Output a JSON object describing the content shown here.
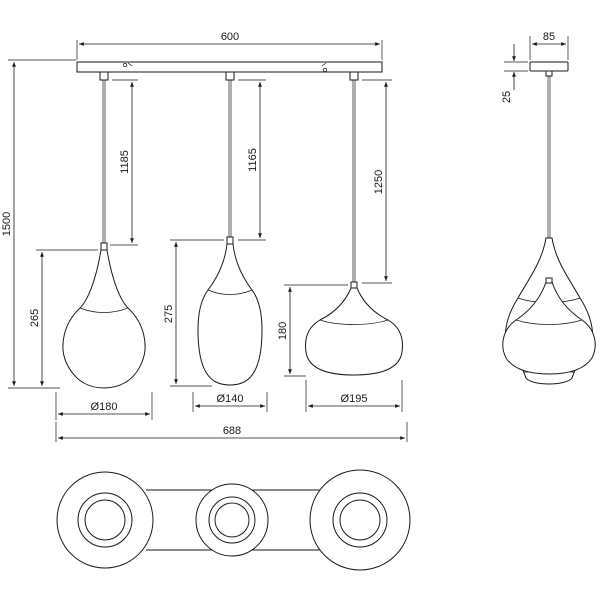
{
  "dimensions": {
    "top_width": "600",
    "side_width": "85",
    "side_height": "25",
    "total_height": "1500",
    "drop_left": "1185",
    "drop_middle": "1165",
    "drop_right": "1250",
    "shade_left_height": "265",
    "shade_middle_height": "275",
    "shade_right_height": "180",
    "shade_left_diameter": "Ø180",
    "shade_middle_diameter": "Ø140",
    "shade_right_diameter": "Ø195",
    "overall_width": "688"
  }
}
